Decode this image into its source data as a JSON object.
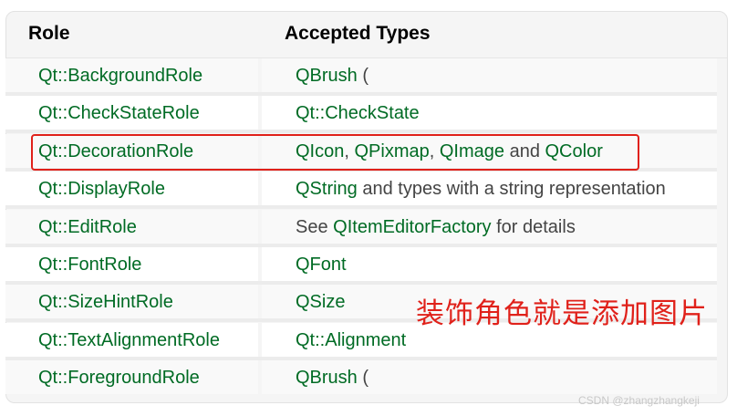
{
  "table": {
    "headers": {
      "role": "Role",
      "types": "Accepted Types"
    },
    "rows": [
      {
        "role": "Qt::BackgroundRole",
        "types": [
          {
            "text": "QBrush",
            "link": true
          },
          {
            "text": " (",
            "link": false
          }
        ]
      },
      {
        "role": "Qt::CheckStateRole",
        "types": [
          {
            "text": "Qt::CheckState",
            "link": true
          }
        ]
      },
      {
        "role": "Qt::DecorationRole",
        "types": [
          {
            "text": "QIcon",
            "link": true
          },
          {
            "text": ", ",
            "link": false
          },
          {
            "text": "QPixmap",
            "link": true
          },
          {
            "text": ", ",
            "link": false
          },
          {
            "text": "QImage",
            "link": true
          },
          {
            "text": " and ",
            "link": false
          },
          {
            "text": "QColor",
            "link": true
          }
        ]
      },
      {
        "role": "Qt::DisplayRole",
        "types": [
          {
            "text": "QString",
            "link": true
          },
          {
            "text": " and types with a string representation",
            "link": false
          }
        ]
      },
      {
        "role": "Qt::EditRole",
        "types": [
          {
            "text": "See ",
            "link": false
          },
          {
            "text": "QItemEditorFactory",
            "link": true
          },
          {
            "text": " for details",
            "link": false
          }
        ]
      },
      {
        "role": "Qt::FontRole",
        "types": [
          {
            "text": "QFont",
            "link": true
          }
        ]
      },
      {
        "role": "Qt::SizeHintRole",
        "types": [
          {
            "text": "QSize",
            "link": true
          }
        ]
      },
      {
        "role": "Qt::TextAlignmentRole",
        "types": [
          {
            "text": "Qt::Alignment",
            "link": true
          }
        ]
      },
      {
        "role": "Qt::ForegroundRole",
        "types": [
          {
            "text": "QBrush",
            "link": true
          },
          {
            "text": " (",
            "link": false
          }
        ]
      }
    ]
  },
  "annotation": {
    "text": "装饰角色就是添加图片"
  },
  "watermark": {
    "text": "CSDN @zhangzhangkeji"
  },
  "colors": {
    "link": "#006b24",
    "plain": "#444444",
    "highlight": "#e0211a"
  }
}
